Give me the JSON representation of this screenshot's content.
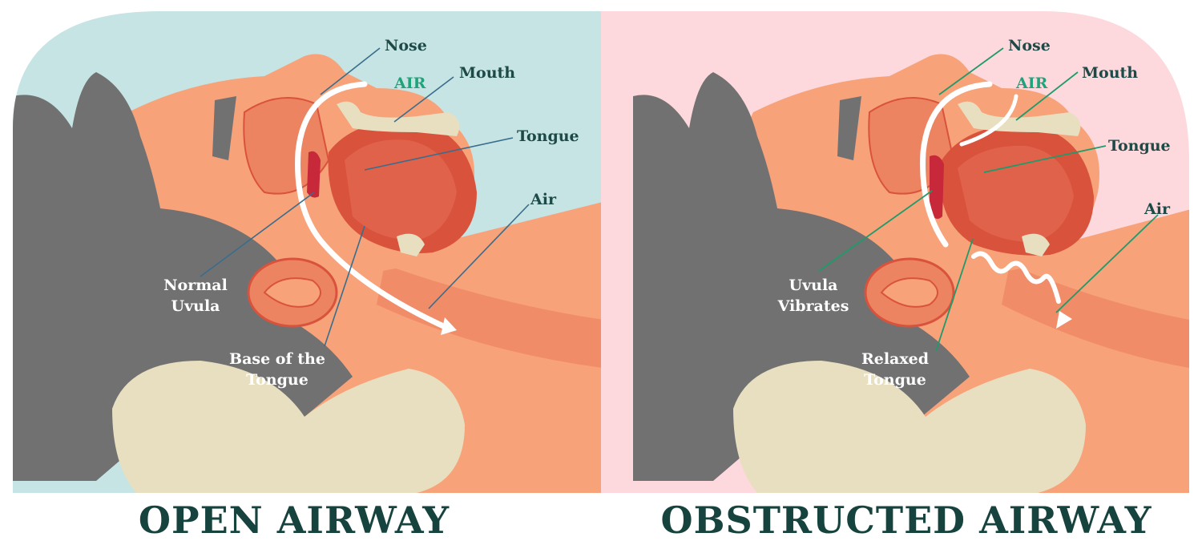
{
  "colors": {
    "open_bg": "#c5e4e3",
    "obstructed_bg": "#fdd9dd",
    "skin": "#f7a279",
    "skin_shadow": "#ec8361",
    "tongue": "#d9533c",
    "hair": "#717171",
    "pillow": "#e8dfc0",
    "title": "#17433f",
    "leader_open": "#3a6d8c",
    "leader_obstructed": "#1f9a6a",
    "air_label": "#1fa37a"
  },
  "panels": [
    {
      "title": "OPEN AIRWAY",
      "labels": {
        "nose": "Nose",
        "air_top": "AIR",
        "mouth": "Mouth",
        "tongue": "Tongue",
        "air": "Air",
        "uvula_1": "Normal",
        "uvula_2": "Uvula",
        "base_1": "Base of the",
        "base_2": "Tongue"
      }
    },
    {
      "title": "OBSTRUCTED AIRWAY",
      "labels": {
        "nose": "Nose",
        "air_top": "AIR",
        "mouth": "Mouth",
        "tongue": "Tongue",
        "air": "Air",
        "uvula_1": "Uvula",
        "uvula_2": "Vibrates",
        "base_1": "Relaxed",
        "base_2": "Tongue"
      }
    }
  ]
}
